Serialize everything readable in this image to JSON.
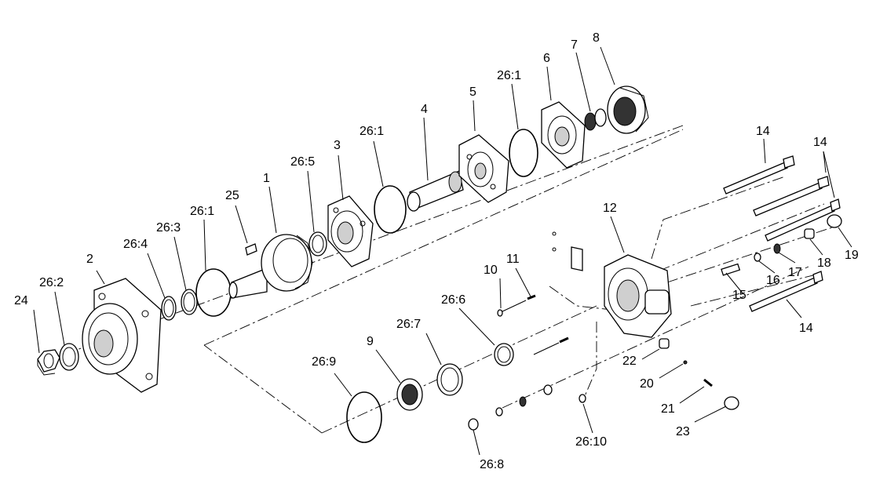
{
  "labels": {
    "p1": "1",
    "p2": "2",
    "p3": "3",
    "p4": "4",
    "p5": "5",
    "p6": "6",
    "p7": "7",
    "p8": "8",
    "p9": "9",
    "p10": "10",
    "p11": "11",
    "p12": "12",
    "p14a": "14",
    "p14b": "14",
    "p14c": "14",
    "p15": "15",
    "p16": "16",
    "p17": "17",
    "p18": "18",
    "p19": "19",
    "p20": "20",
    "p21": "21",
    "p22": "22",
    "p23": "23",
    "p24": "24",
    "p25": "25",
    "p26_1a": "26:1",
    "p26_1b": "26:1",
    "p26_1c": "26:1",
    "p26_2": "26:2",
    "p26_3": "26:3",
    "p26_4": "26:4",
    "p26_5": "26:5",
    "p26_6": "26:6",
    "p26_7": "26:7",
    "p26_8": "26:8",
    "p26_9": "26:9",
    "p26_10": "26:10"
  }
}
